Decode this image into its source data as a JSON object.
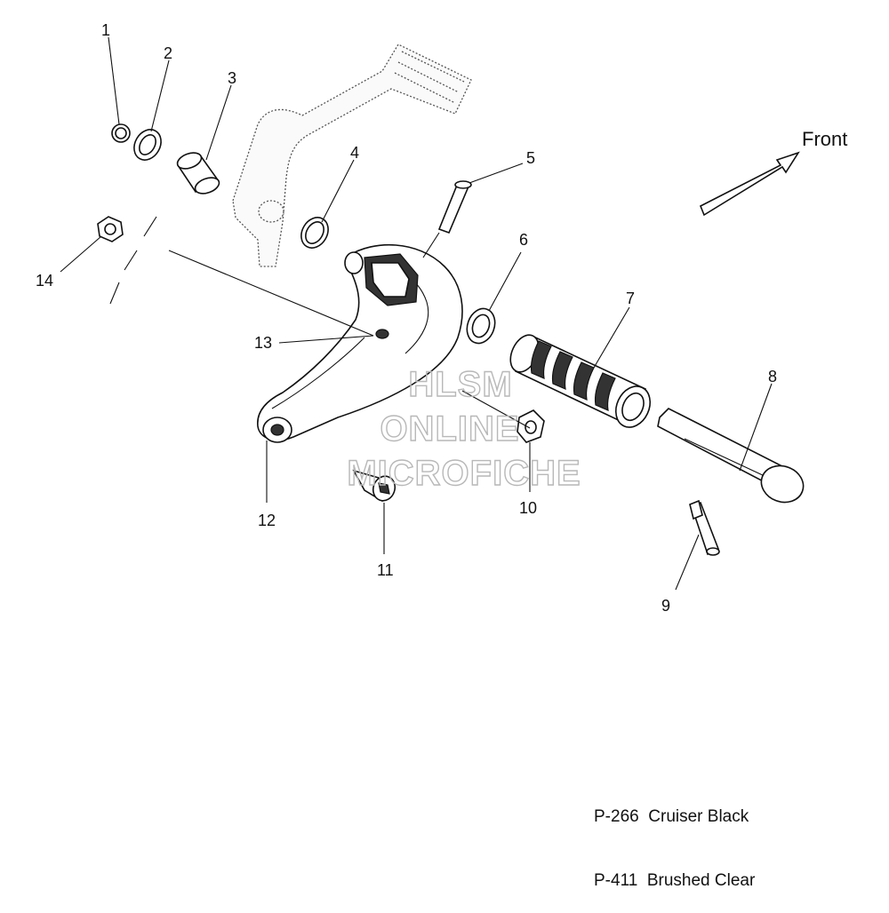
{
  "callouts": [
    {
      "label": "1"
    },
    {
      "label": "2"
    },
    {
      "label": "3"
    },
    {
      "label": "4"
    },
    {
      "label": "5"
    },
    {
      "label": "6"
    },
    {
      "label": "7"
    },
    {
      "label": "8"
    },
    {
      "label": "9"
    },
    {
      "label": "10"
    },
    {
      "label": "11"
    },
    {
      "label": "12"
    },
    {
      "label": "13"
    },
    {
      "label": "14"
    }
  ],
  "direction": {
    "label": "Front"
  },
  "watermark": {
    "line1": "HLSM",
    "line2": "ONLINE",
    "line3": "MICROFICHE"
  },
  "notes": [
    {
      "code": "P-266",
      "finish": "Cruiser Black"
    },
    {
      "code": "P-411",
      "finish": "Brushed Clear"
    }
  ]
}
